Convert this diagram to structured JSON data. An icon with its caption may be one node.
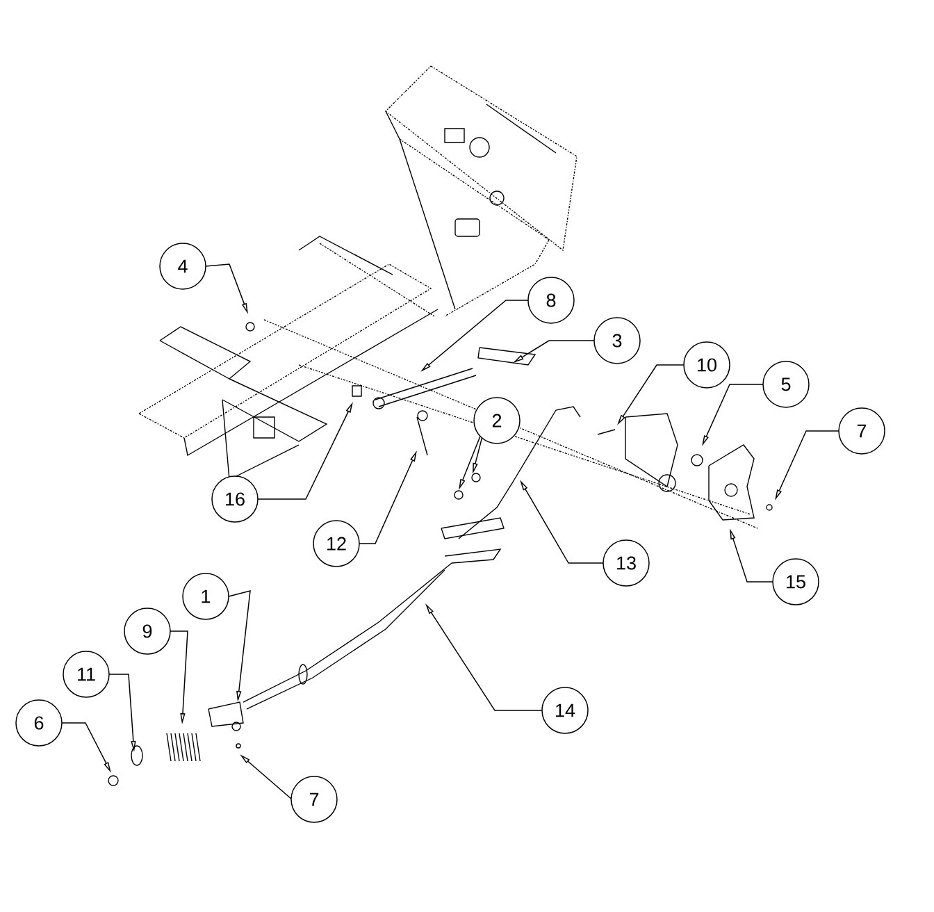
{
  "diagram": {
    "nodes": [
      {
        "text": [
          "4"
        ]
      },
      {
        "text": [
          "8"
        ]
      },
      {
        "text": [
          "3"
        ]
      },
      {
        "text": [
          "10"
        ]
      },
      {
        "text": [
          "5"
        ]
      },
      {
        "text": [
          "2"
        ]
      },
      {
        "text": [
          "7"
        ]
      },
      {
        "text": [
          "16"
        ]
      },
      {
        "text": [
          "12"
        ]
      },
      {
        "text": [
          "13"
        ]
      },
      {
        "text": [
          "15"
        ]
      },
      {
        "text": [
          "1"
        ]
      },
      {
        "text": [
          "9"
        ]
      },
      {
        "text": [
          "11"
        ]
      },
      {
        "text": [
          "6"
        ]
      },
      {
        "text": [
          "14"
        ]
      },
      {
        "text": [
          "7"
        ]
      }
    ],
    "edges": [
      {
        "from": 0,
        "to": null,
        "arrow": "to"
      },
      {
        "from": 1,
        "to": null,
        "arrow": "to"
      },
      {
        "from": 2,
        "to": null,
        "arrow": "to"
      },
      {
        "from": 3,
        "to": null,
        "arrow": "to"
      },
      {
        "from": 4,
        "to": null,
        "arrow": "to"
      },
      {
        "from": 5,
        "to": null,
        "arrow": "to"
      },
      {
        "from": 5,
        "to": null,
        "arrow": "to"
      },
      {
        "from": 6,
        "to": null,
        "arrow": "to"
      },
      {
        "from": 7,
        "to": null,
        "arrow": "to"
      },
      {
        "from": 8,
        "to": null,
        "arrow": "to"
      },
      {
        "from": 9,
        "to": null,
        "arrow": "to"
      },
      {
        "from": 10,
        "to": null,
        "arrow": "to"
      },
      {
        "from": 11,
        "to": null,
        "arrow": "to"
      },
      {
        "from": 12,
        "to": null,
        "arrow": "to"
      },
      {
        "from": 13,
        "to": null,
        "arrow": "to"
      },
      {
        "from": 14,
        "to": null,
        "arrow": "to"
      },
      {
        "from": 15,
        "to": null,
        "arrow": "to"
      },
      {
        "from": 16,
        "to": null,
        "arrow": "to"
      }
    ]
  }
}
